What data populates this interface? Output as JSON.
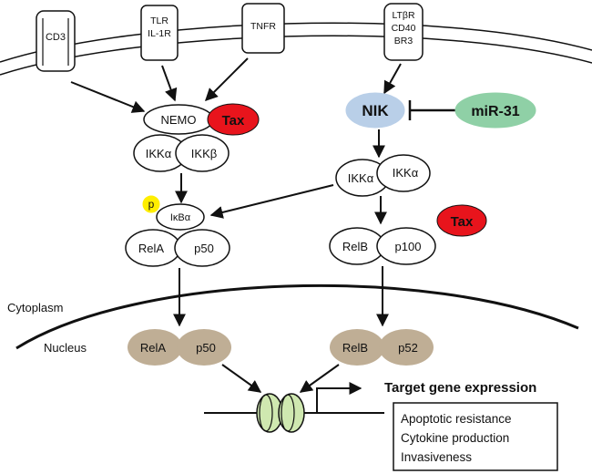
{
  "colors": {
    "nik_fill": "#b9cfe8",
    "mir_fill": "#8fd0a6",
    "tax_fill": "#e8141c",
    "phospho_fill": "#ffee00",
    "nuclear_fill": "#bfae95",
    "nucleosome_fill": "#cfe8b0",
    "line": "#111111"
  },
  "receptors": {
    "cd3": "CD3",
    "tlr_line1": "TLR",
    "tlr_line2": "IL-1R",
    "tnfr": "TNFR",
    "lt_line1": "LTβR",
    "lt_line2": "CD40",
    "lt_line3": "BR3"
  },
  "canonical": {
    "nemo": "NEMO",
    "tax": "Tax",
    "ikka": "IKKα",
    "ikkb": "IKKβ",
    "phospho": "p",
    "ikba": "IκBα",
    "rela": "RelA",
    "p50": "p50"
  },
  "noncanonical": {
    "nik": "NIK",
    "mir31": "miR-31",
    "ikka_1": "IKKα",
    "ikka_2": "IKKα",
    "relb": "RelB",
    "p100": "p100",
    "tax": "Tax"
  },
  "compartments": {
    "cytoplasm": "Cytoplasm",
    "nucleus": "Nucleus"
  },
  "nuclear": {
    "rela": "RelA",
    "p50": "p50",
    "relb": "RelB",
    "p52": "p52"
  },
  "output": {
    "title": "Target gene expression",
    "items": [
      "Apoptotic resistance",
      "Cytokine production",
      "Invasiveness"
    ]
  }
}
